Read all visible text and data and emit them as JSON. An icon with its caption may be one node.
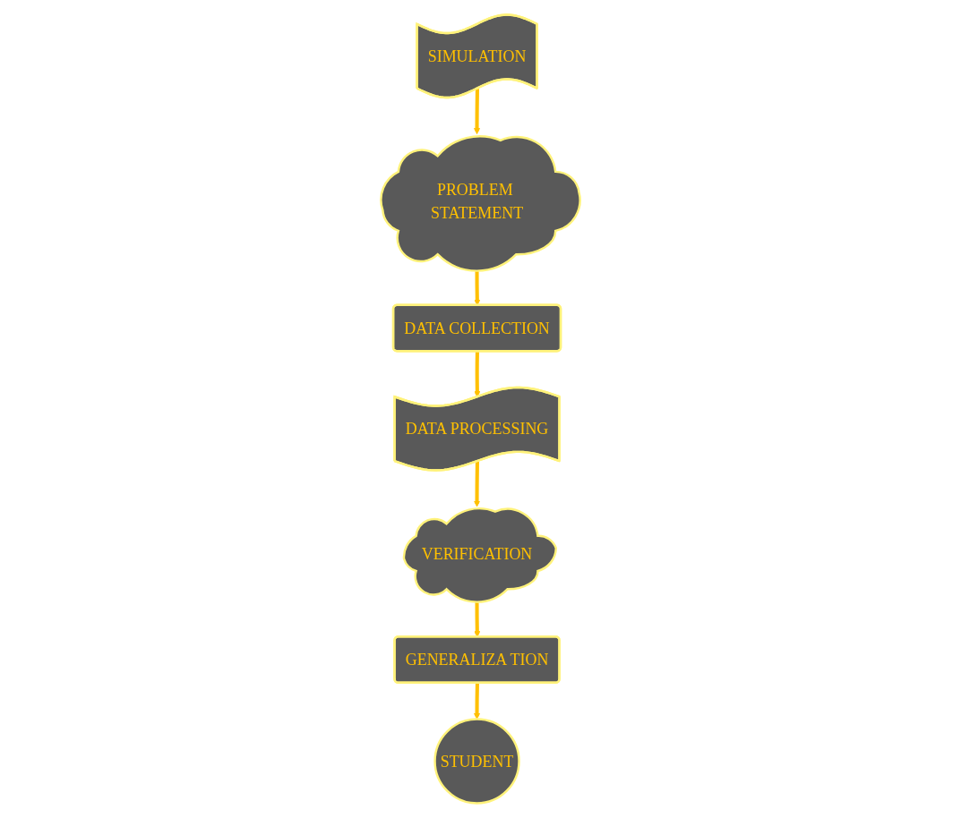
{
  "diagram": {
    "nodes": [
      {
        "text": [
          "SIMULATION"
        ]
      },
      {
        "text": [
          "PROBLEM STATEMENT"
        ]
      },
      {
        "text": [
          "DATA COLLECTION"
        ]
      },
      {
        "text": [
          "DATA PROCESSING"
        ]
      },
      {
        "text": [
          "VERIFICATION"
        ]
      },
      {
        "text": [
          "GENERALIZA TION"
        ]
      },
      {
        "text": [
          "STUDENT"
        ]
      }
    ],
    "edges": [
      {
        "from": 0,
        "to": 1,
        "arrow": "to"
      },
      {
        "from": 1,
        "to": 2,
        "arrow": "to"
      },
      {
        "from": 2,
        "to": 3,
        "arrow": "to"
      },
      {
        "from": 3,
        "to": 4,
        "arrow": "to"
      },
      {
        "from": 4,
        "to": 5,
        "arrow": "to"
      },
      {
        "from": 5,
        "to": 6,
        "arrow": "to"
      }
    ]
  }
}
